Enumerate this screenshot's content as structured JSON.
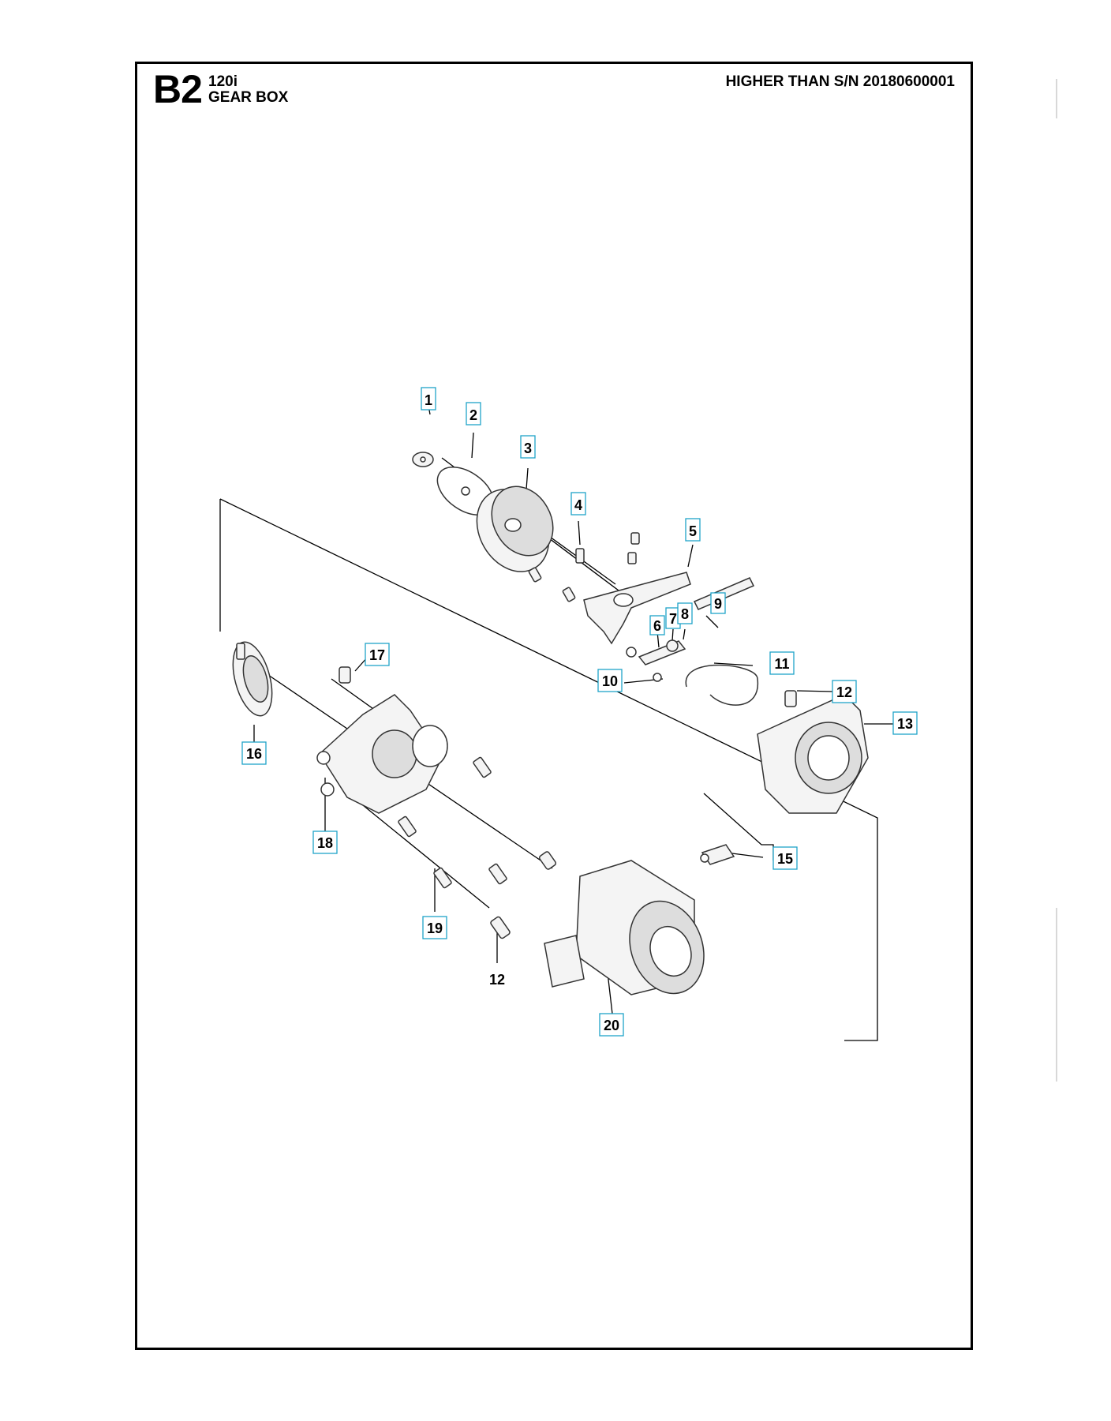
{
  "header": {
    "page_code": "B2",
    "model": "120i",
    "section_name": "GEAR BOX",
    "serial_note": "HIGHER THAN S/N 20180600001"
  },
  "callouts": [
    {
      "id": "callout-1",
      "label": "1",
      "boxed": true
    },
    {
      "id": "callout-2",
      "label": "2",
      "boxed": true
    },
    {
      "id": "callout-3",
      "label": "3",
      "boxed": true
    },
    {
      "id": "callout-4",
      "label": "4",
      "boxed": true
    },
    {
      "id": "callout-5",
      "label": "5",
      "boxed": true
    },
    {
      "id": "callout-6",
      "label": "6",
      "boxed": true
    },
    {
      "id": "callout-7",
      "label": "7",
      "boxed": true
    },
    {
      "id": "callout-8",
      "label": "8",
      "boxed": true
    },
    {
      "id": "callout-9",
      "label": "9",
      "boxed": true
    },
    {
      "id": "callout-10",
      "label": "10",
      "boxed": true
    },
    {
      "id": "callout-11",
      "label": "11",
      "boxed": true
    },
    {
      "id": "callout-12a",
      "label": "12",
      "boxed": true
    },
    {
      "id": "callout-13",
      "label": "13",
      "boxed": true
    },
    {
      "id": "callout-15",
      "label": "15",
      "boxed": true
    },
    {
      "id": "callout-16",
      "label": "16",
      "boxed": true
    },
    {
      "id": "callout-17",
      "label": "17",
      "boxed": true
    },
    {
      "id": "callout-18",
      "label": "18",
      "boxed": true
    },
    {
      "id": "callout-19",
      "label": "19",
      "boxed": true
    },
    {
      "id": "callout-12b",
      "label": "12",
      "boxed": false
    },
    {
      "id": "callout-20",
      "label": "20",
      "boxed": true
    }
  ],
  "colors": {
    "callout_box_border": "#1fa3c8",
    "line": "#000000",
    "part_fill": "#f4f4f4",
    "part_stroke": "#333333"
  }
}
